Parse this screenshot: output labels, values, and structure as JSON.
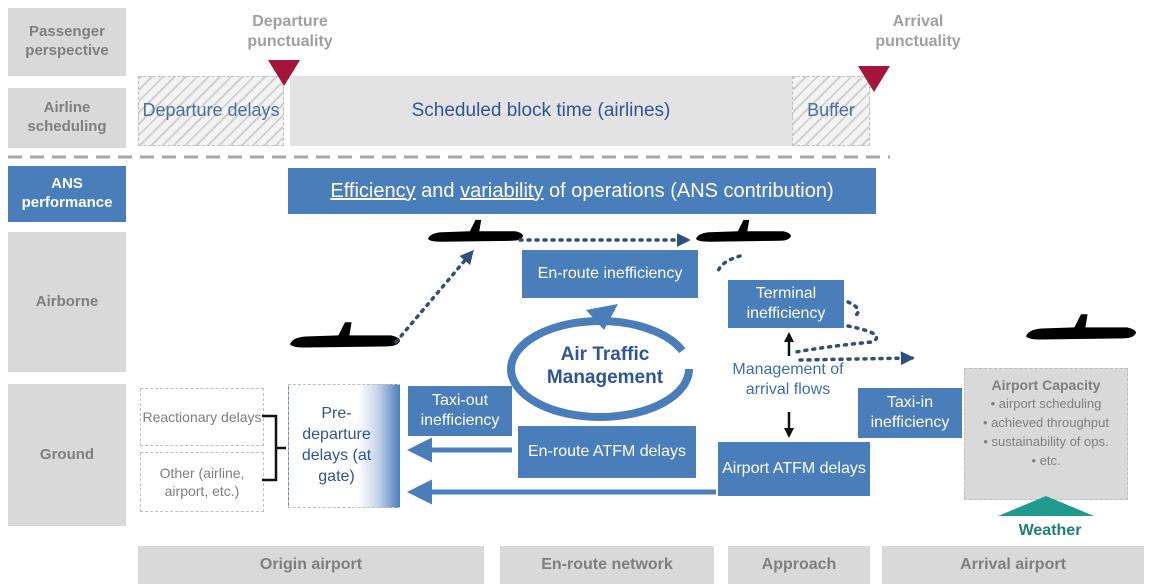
{
  "row_labels": {
    "passenger": "Passenger perspective",
    "airline": "Airline scheduling",
    "ans": "ANS performance",
    "airborne": "Airborne",
    "ground": "Ground"
  },
  "top": {
    "departure_punctuality": "Departure punctuality",
    "arrival_punctuality": "Arrival punctuality",
    "departure_delays": "Departure delays",
    "scheduled_block": "Scheduled block time (airlines)",
    "buffer": "Buffer"
  },
  "ans_bar": {
    "part1": "Efficiency",
    "part2": " and ",
    "part3": "variability",
    "part4": " of operations (ANS contribution)"
  },
  "boxes": {
    "enroute_ineff": "En-route inefficiency",
    "terminal_ineff": "Terminal inefficiency",
    "taxiout_ineff": "Taxi-out inefficiency",
    "enroute_atfm": "En-route ATFM delays",
    "airport_atfm": "Airport ATFM delays",
    "taxiin_ineff": "Taxi-in inefficiency",
    "predeparture": "Pre-departure delays (at gate)",
    "reactionary": "Reactionary delays",
    "other": "Other (airline, airport, etc.)",
    "atm": "Air Traffic Management",
    "mgmt_arrival": "Management of arrival flows"
  },
  "airport_capacity": {
    "title": "Airport Capacity",
    "items": [
      "• airport scheduling",
      "• achieved throughput",
      "• sustainability of ops.",
      "• etc."
    ]
  },
  "weather": "Weather",
  "bottom": {
    "origin": "Origin airport",
    "enroute": "En-route network",
    "approach": "Approach",
    "arrival": "Arrival airport"
  },
  "colors": {
    "accent_blue": "#4a7ebb",
    "marker_red": "#a3153a",
    "weather_teal": "#1f9a8c",
    "label_gray": "#d9d9d9"
  }
}
